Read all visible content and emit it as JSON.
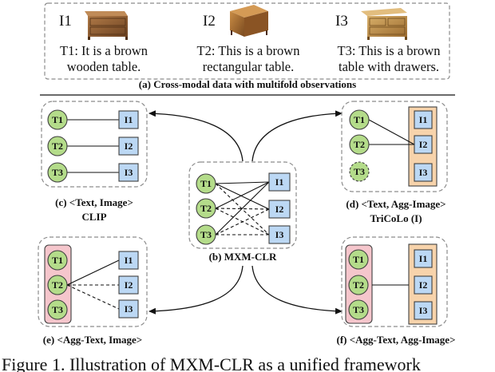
{
  "panel_a": {
    "caption": "(a) Cross-modal data with multifold observations",
    "items": [
      {
        "image_label": "I1",
        "text_line1": "T1: It is a brown",
        "text_line2": "wooden table."
      },
      {
        "image_label": "I2",
        "text_line1": "T2: This is a brown",
        "text_line2": "rectangular table."
      },
      {
        "image_label": "I3",
        "text_line1": "T3: This is a brown",
        "text_line2": "table with drawers."
      }
    ]
  },
  "nodes": {
    "t1": "T1",
    "t2": "T2",
    "t3": "T3",
    "i1": "I1",
    "i2": "I2",
    "i3": "I3"
  },
  "panels": {
    "b": {
      "caption": "(b) MXM-CLR"
    },
    "c": {
      "caption_line1": "(c) <Text, Image>",
      "caption_line2": "CLIP"
    },
    "d": {
      "caption_line1": "(d) <Text, Agg-Image>",
      "caption_line2": "TriCoLo (I)"
    },
    "e": {
      "caption": "(e) <Agg-Text, Image>"
    },
    "f": {
      "caption": "(f) <Agg-Text, Agg-Image>"
    }
  },
  "figure_caption": "Figure 1. Illustration of MXM-CLR as a unified framework",
  "colors": {
    "text_node": "#b4dc8a",
    "image_node": "#bcd8f4",
    "agg_text_bg": "#f5c6cc",
    "agg_image_bg": "#f7d3ab",
    "panel_border": "#8c8c8c"
  }
}
